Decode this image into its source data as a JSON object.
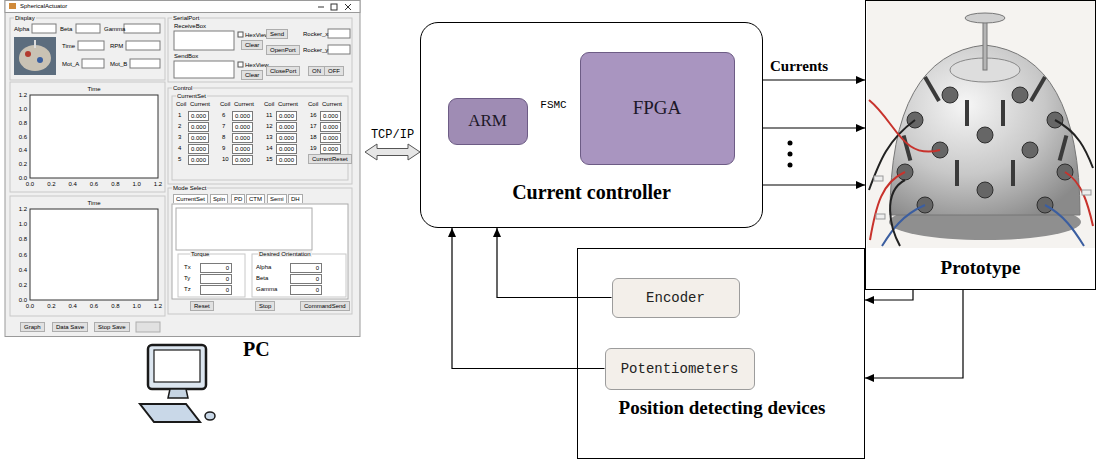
{
  "diagram": {
    "nodes": [
      {
        "text": [
          "PC"
        ]
      },
      {
        "text": [
          "Current controller"
        ]
      },
      {
        "text": [
          "ARM"
        ],
        "in": 1
      },
      {
        "text": [
          "FPGA"
        ],
        "in": 1
      },
      {
        "text": [
          "Prototype"
        ]
      },
      {
        "text": [
          "Position detecting devices"
        ]
      },
      {
        "text": [
          "Encoder"
        ],
        "in": 5
      },
      {
        "text": [
          "Potentiometers"
        ],
        "in": 5
      }
    ],
    "edges": [
      {
        "from": 0,
        "to": 1,
        "arrow": "both",
        "label": "TCP/IP"
      },
      {
        "from": 2,
        "to": 3,
        "arrow": "both",
        "label": "FSMC"
      },
      {
        "from": 1,
        "to": 4,
        "arrow": "to",
        "label": "Currents"
      },
      {
        "from": 1,
        "to": 4,
        "arrow": "to"
      },
      {
        "from": 1,
        "to": 4,
        "arrow": "to"
      },
      {
        "from": 4,
        "to": 5,
        "arrow": "to"
      },
      {
        "from": 4,
        "to": 5,
        "arrow": "to"
      },
      {
        "from": 6,
        "to": 1,
        "arrow": "to"
      },
      {
        "from": 7,
        "to": 1,
        "arrow": "to"
      }
    ],
    "labels": [
      "SphericalActuator",
      "Display",
      "Alpha",
      "Beta",
      "Gamma",
      "Time",
      "RPM",
      "Mot_A",
      "Mot_B",
      "SerialPort",
      "ReceiveBox",
      "HexView",
      "Clear",
      "Send",
      "Rocker_x",
      "SendBox",
      "HexView",
      "Clear",
      "OpenPort",
      "Rocker_y",
      "ClosePort",
      "ON",
      "OFF",
      "Control",
      "CurrentSet",
      "Coil",
      "Current",
      "Coil",
      "Current",
      "Coil",
      "Current",
      "Coil",
      "Current",
      "1",
      "0.000",
      "6",
      "0.000",
      "11",
      "0.000",
      "16",
      "0.000",
      "2",
      "0.000",
      "7",
      "0.000",
      "12",
      "0.000",
      "17",
      "0.000",
      "3",
      "0.000",
      "8",
      "0.000",
      "13",
      "0.000",
      "18",
      "0.000",
      "4",
      "0.000",
      "9",
      "0.000",
      "14",
      "0.000",
      "19",
      "0.000",
      "5",
      "0.000",
      "10",
      "0.000",
      "15",
      "0.000",
      "CurrentReset",
      "Mode Select",
      "CurrentSet",
      "Spin",
      "PD",
      "CTM",
      "Semi",
      "DH",
      "Torque",
      "Tx",
      "0",
      "Ty",
      "0",
      "Tz",
      "0",
      "Desired Orientation",
      "Alpha",
      "0",
      "Beta",
      "0",
      "Gamma",
      "0",
      "Reset",
      "Stop",
      "CommandSend",
      "Graph",
      "Data Save",
      "Stop Save",
      "Time",
      "1.2",
      "1.0",
      "0.8",
      "0.6",
      "0.4",
      "0.2",
      "0.0",
      "0.0",
      "0.2",
      "0.4",
      "0.6",
      "0.8",
      "1.0",
      "1.2",
      "Time",
      "1.2",
      "1.0",
      "0.8",
      "0.6",
      "0.4",
      "0.2",
      "0.0",
      "0.0",
      "0.2",
      "0.4",
      "0.6",
      "0.8",
      "1.0",
      "1.2"
    ]
  }
}
